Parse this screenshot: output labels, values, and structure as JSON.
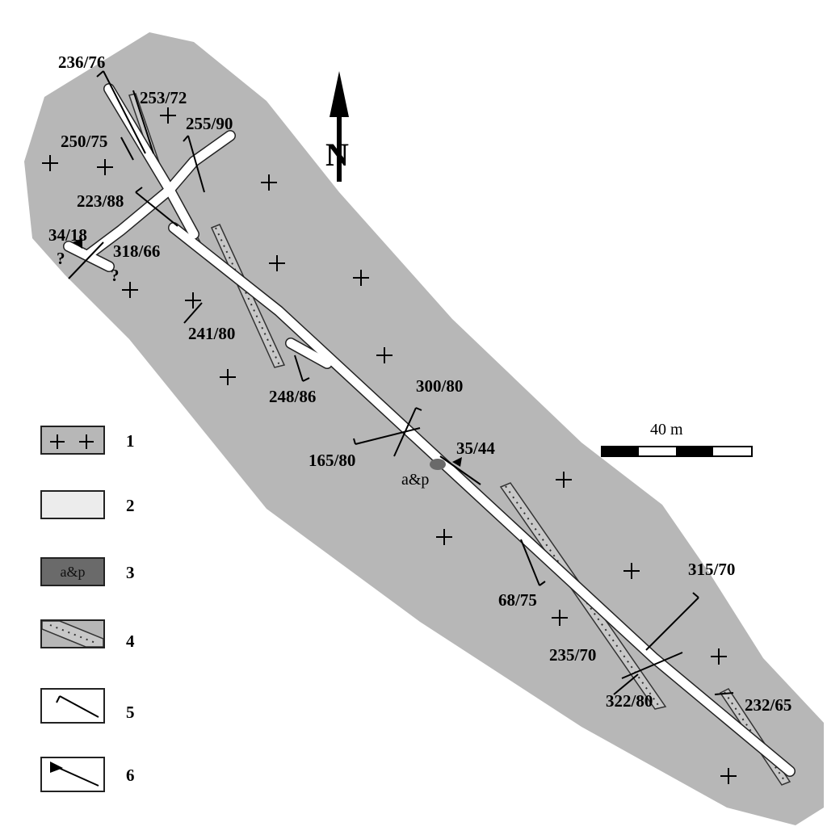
{
  "map": {
    "north_label": "N",
    "scale_label": "40 m",
    "measurements": [
      "236/76",
      "253/72",
      "255/90",
      "250/75",
      "223/88",
      "34/18",
      "318/66",
      "241/80",
      "248/86",
      "300/80",
      "165/80",
      "35/44",
      "68/75",
      "315/70",
      "235/70",
      "322/80",
      "232/65"
    ],
    "question_mark": "?",
    "inline_label": "a&p"
  },
  "legend": [
    {
      "number": "1",
      "symbol": "gray-with-crosses"
    },
    {
      "number": "2",
      "symbol": "light-gray"
    },
    {
      "number": "3",
      "symbol": "dark-gray",
      "text": "a&p"
    },
    {
      "number": "4",
      "symbol": "dotted-band"
    },
    {
      "number": "5",
      "symbol": "line-with-tick"
    },
    {
      "number": "6",
      "symbol": "line-with-triangle"
    }
  ],
  "colors": {
    "massif": "#b7b7b7",
    "vein": "#ffffff",
    "dark_unit": "#6a6a6a",
    "band": "#c8c8c8",
    "line": "#000000"
  }
}
